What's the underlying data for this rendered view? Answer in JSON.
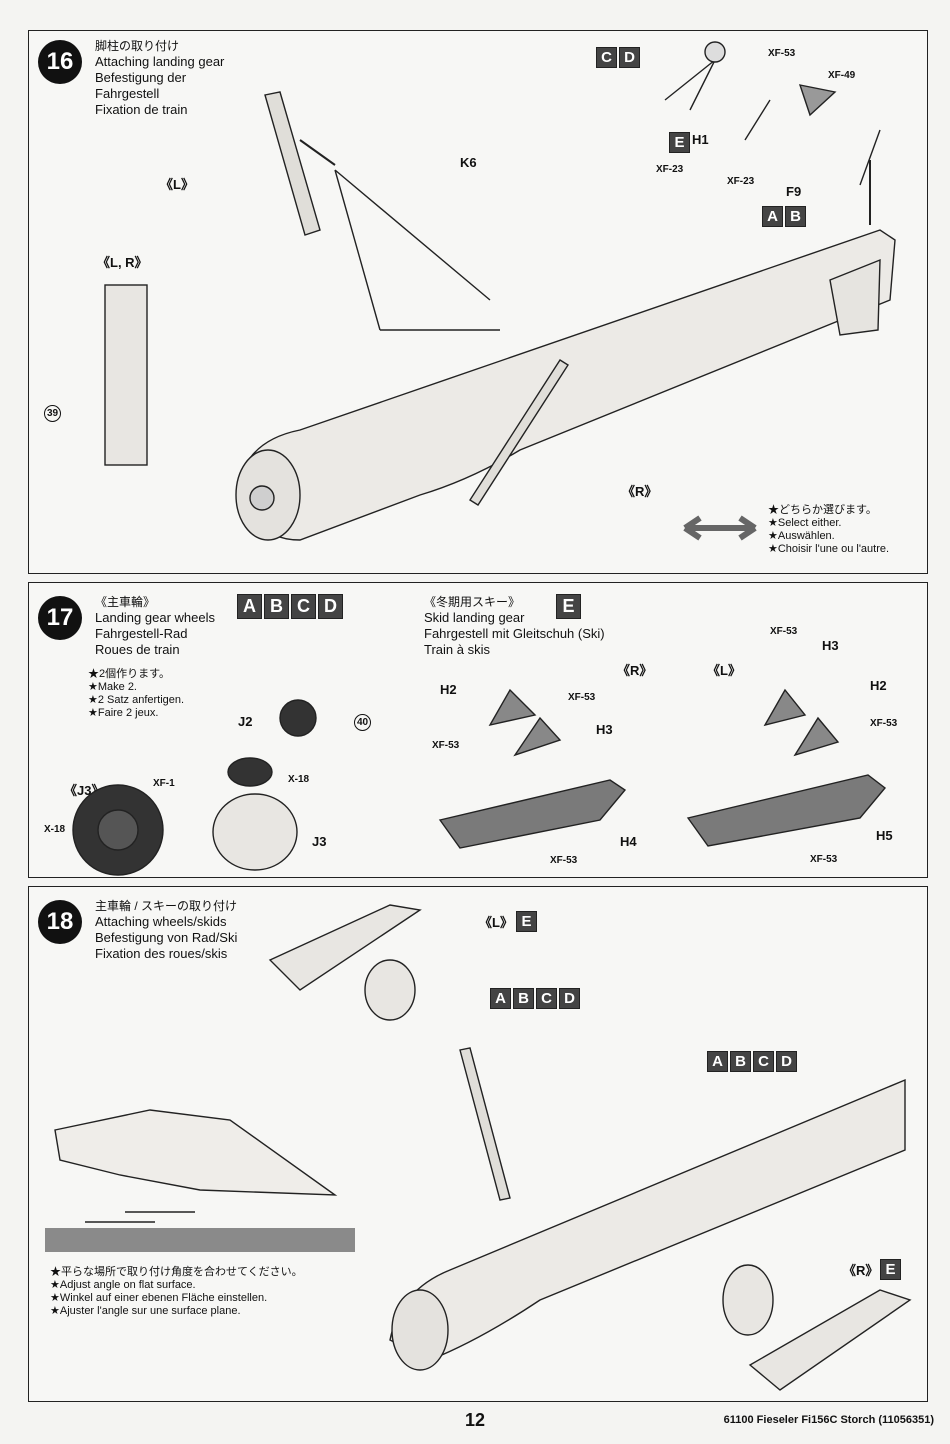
{
  "steps": [
    {
      "number": "16",
      "title_lines": [
        "脚柱の取り付け",
        "Attaching landing gear",
        "Befestigung der",
        "Fahrgestell",
        "Fixation de train"
      ],
      "labels": {
        "L": "《L》",
        "LR": "《L, R》",
        "R": "《R》",
        "K6": "K6",
        "H1": "H1",
        "F9": "F9",
        "xf53": "XF-53",
        "xf49": "XF-49",
        "xf23a": "XF-23",
        "xf23b": "XF-23",
        "part39": "39"
      },
      "boxes_cd": [
        "C",
        "D"
      ],
      "box_e": "E",
      "boxes_ab": [
        "A",
        "B"
      ],
      "note_lines": [
        "★どちらか選びます。",
        "★Select either.",
        "★Auswählen.",
        "★Choisir l'une ou l'autre."
      ]
    },
    {
      "number": "17",
      "left_title_lines": [
        "《主車輪》",
        "Landing gear wheels",
        "Fahrgestell-Rad",
        "Roues de train"
      ],
      "left_boxes": [
        "A",
        "B",
        "C",
        "D"
      ],
      "left_note_lines": [
        "★2個作ります。",
        "★Make 2.",
        "★2 Satz anfertigen.",
        "★Faire 2 jeux."
      ],
      "right_title_lines": [
        "《冬期用スキー》",
        "Skid landing gear",
        "Fahrgestell mit Gleitschuh (Ski)",
        "Train à skis"
      ],
      "right_box": "E",
      "labels": {
        "J2": "J2",
        "J3": "J3",
        "J3b": "《J3》",
        "xf1": "XF-1",
        "x18a": "X-18",
        "x18b": "X-18",
        "part40": "40",
        "R": "《R》",
        "L": "《L》",
        "H2a": "H2",
        "H3a": "H3",
        "H4": "H4",
        "H2b": "H2",
        "H3b": "H3",
        "H5": "H5",
        "xf53a": "XF-53",
        "xf53b": "XF-53",
        "xf53c": "XF-53",
        "xf53d": "XF-53",
        "xf53e": "XF-53",
        "xf53f": "XF-53"
      }
    },
    {
      "number": "18",
      "title_lines": [
        "主車輪 / スキーの取り付け",
        "Attaching wheels/skids",
        "Befestigung von Rad/Ski",
        "Fixation des roues/skis"
      ],
      "labels": {
        "L": "《L》",
        "R": "《R》"
      },
      "box_e1": "E",
      "box_e2": "E",
      "boxes_abcd1": [
        "A",
        "B",
        "C",
        "D"
      ],
      "boxes_abcd2": [
        "A",
        "B",
        "C",
        "D"
      ],
      "note_lines": [
        "★平らな場所で取り付け角度を合わせてください。",
        "★Adjust angle on flat surface.",
        "★Winkel auf einer ebenen Fläche einstellen.",
        "★Ajuster l'angle sur une surface plane."
      ]
    }
  ],
  "footer": {
    "page": "12",
    "right": "61100  Fieseler Fi156C Storch (11056351)"
  }
}
